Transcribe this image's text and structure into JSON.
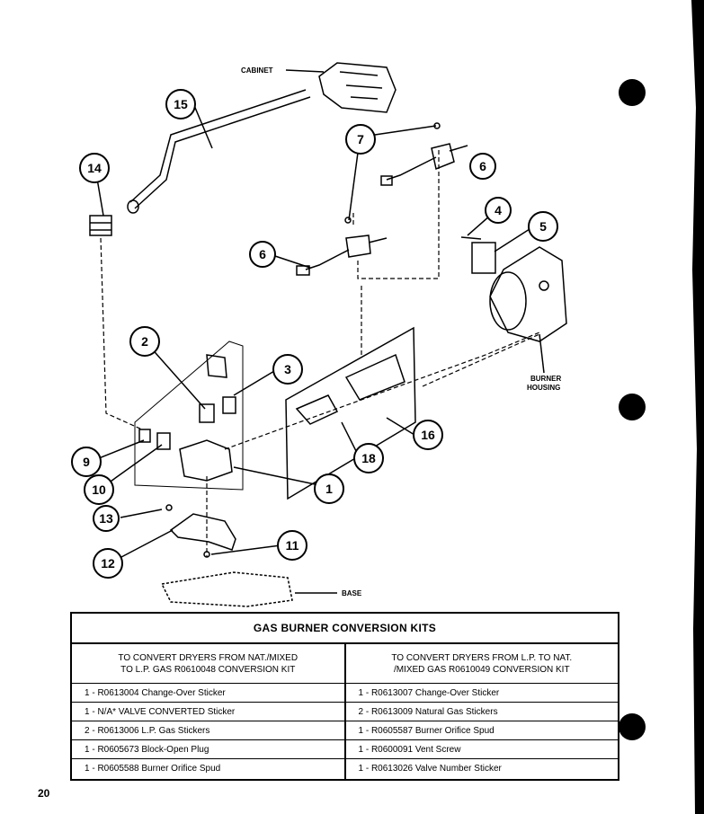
{
  "diagram": {
    "labels": {
      "cabinet": "CABINET",
      "burner_housing_1": "BURNER",
      "burner_housing_2": "HOUSING",
      "base": "BASE"
    },
    "callouts": [
      "1",
      "2",
      "3",
      "4",
      "5",
      "6",
      "6",
      "7",
      "9",
      "10",
      "11",
      "12",
      "13",
      "14",
      "15",
      "16",
      "18"
    ]
  },
  "table": {
    "title": "GAS BURNER CONVERSION KITS",
    "left": {
      "header_line1": "TO CONVERT DRYERS FROM  NAT./MIXED",
      "header_line2": "TO L.P. GAS R0610048 CONVERSION KIT",
      "rows": [
        "1 -  R0613004 Change-Over Sticker",
        "1 -  N/A* VALVE CONVERTED Sticker",
        "2 -  R0613006 L.P. Gas Stickers",
        "1 -  R0605673 Block-Open Plug",
        "1 -  R0605588 Burner Orifice Spud"
      ]
    },
    "right": {
      "header_line1": "TO CONVERT DRYERS FROM L.P. TO NAT.",
      "header_line2": "/MIXED GAS R0610049 CONVERSION KIT",
      "rows": [
        "1 -  R0613007 Change-Over Sticker",
        "2 -  R0613009 Natural Gas Stickers",
        "1 -  R0605587 Burner Orifice Spud",
        "1 -  R0600091 Vent Screw",
        "1 -  R0613026 Valve Number Sticker"
      ]
    }
  },
  "page_number": "20"
}
